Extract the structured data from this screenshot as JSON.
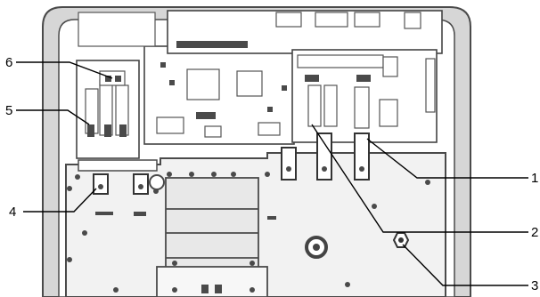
{
  "diagram": {
    "callouts": [
      {
        "id": "1",
        "label": "1"
      },
      {
        "id": "2",
        "label": "2"
      },
      {
        "id": "3",
        "label": "3"
      },
      {
        "id": "4",
        "label": "4"
      },
      {
        "id": "5",
        "label": "5"
      },
      {
        "id": "6",
        "label": "6"
      }
    ]
  },
  "colors": {
    "enclosure": "#d6d6d6",
    "panel": "#f2f2f2",
    "outline": "#4a4a4a",
    "label": "#000000"
  }
}
